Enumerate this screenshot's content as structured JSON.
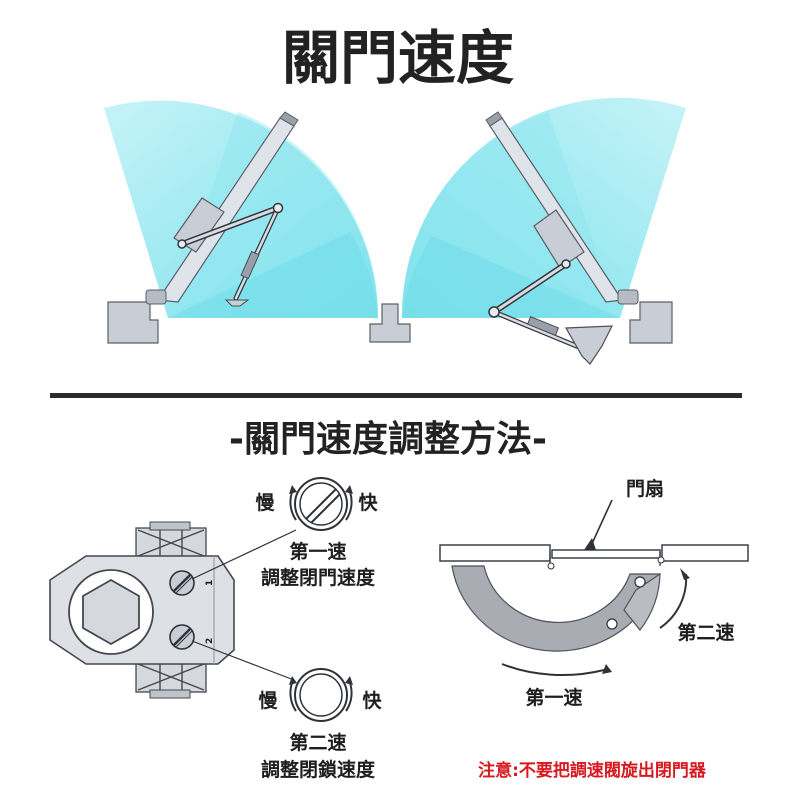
{
  "top": {
    "title": "關門速度"
  },
  "adjust": {
    "heading": "-關門速度調整方法-",
    "slow_1": "慢",
    "fast_1": "快",
    "speed1_title": "第一速",
    "speed1_desc": "調整閉門速度",
    "screw1_num": "1",
    "screw2_num": "2",
    "slow_2": "慢",
    "fast_2": "快",
    "speed2_title": "第二速",
    "speed2_desc": "調整閉鎖速度"
  },
  "arc_diagram": {
    "door_leaf": "門扇",
    "second_speed": "第二速",
    "first_speed": "第一速"
  },
  "notice": "注意:不要把調速閥旋出閉門器",
  "colors": {
    "sweep": "#7fe3ee",
    "metal": "#c9ced6",
    "arc_fill": "#a9adb3",
    "warning": "#d71920"
  }
}
